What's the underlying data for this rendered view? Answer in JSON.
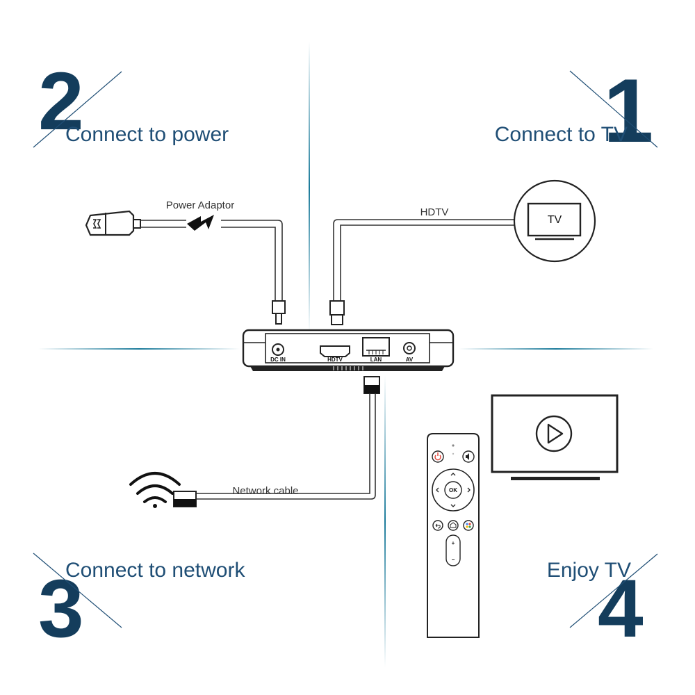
{
  "steps": [
    {
      "number": "1",
      "title": "Connect to TV"
    },
    {
      "number": "2",
      "title": "Connect to power"
    },
    {
      "number": "3",
      "title": "Connect to network"
    },
    {
      "number": "4",
      "title": "Enjoy TV"
    }
  ],
  "cables": {
    "power": "Power Adaptor",
    "hdtv": "HDTV",
    "network": "Network cable"
  },
  "ports": {
    "dc_in": "DC IN",
    "hdtv": "HDTV",
    "lan": "LAN",
    "av": "AV"
  },
  "tv_label": "TV",
  "remote": {
    "ok_label": "OK",
    "plus": "+",
    "minus": "−"
  },
  "colors": {
    "accent": "#143d5c",
    "title": "#1f4e75",
    "guide_line": "#1a7a9a",
    "power_button": "#e0453a"
  }
}
